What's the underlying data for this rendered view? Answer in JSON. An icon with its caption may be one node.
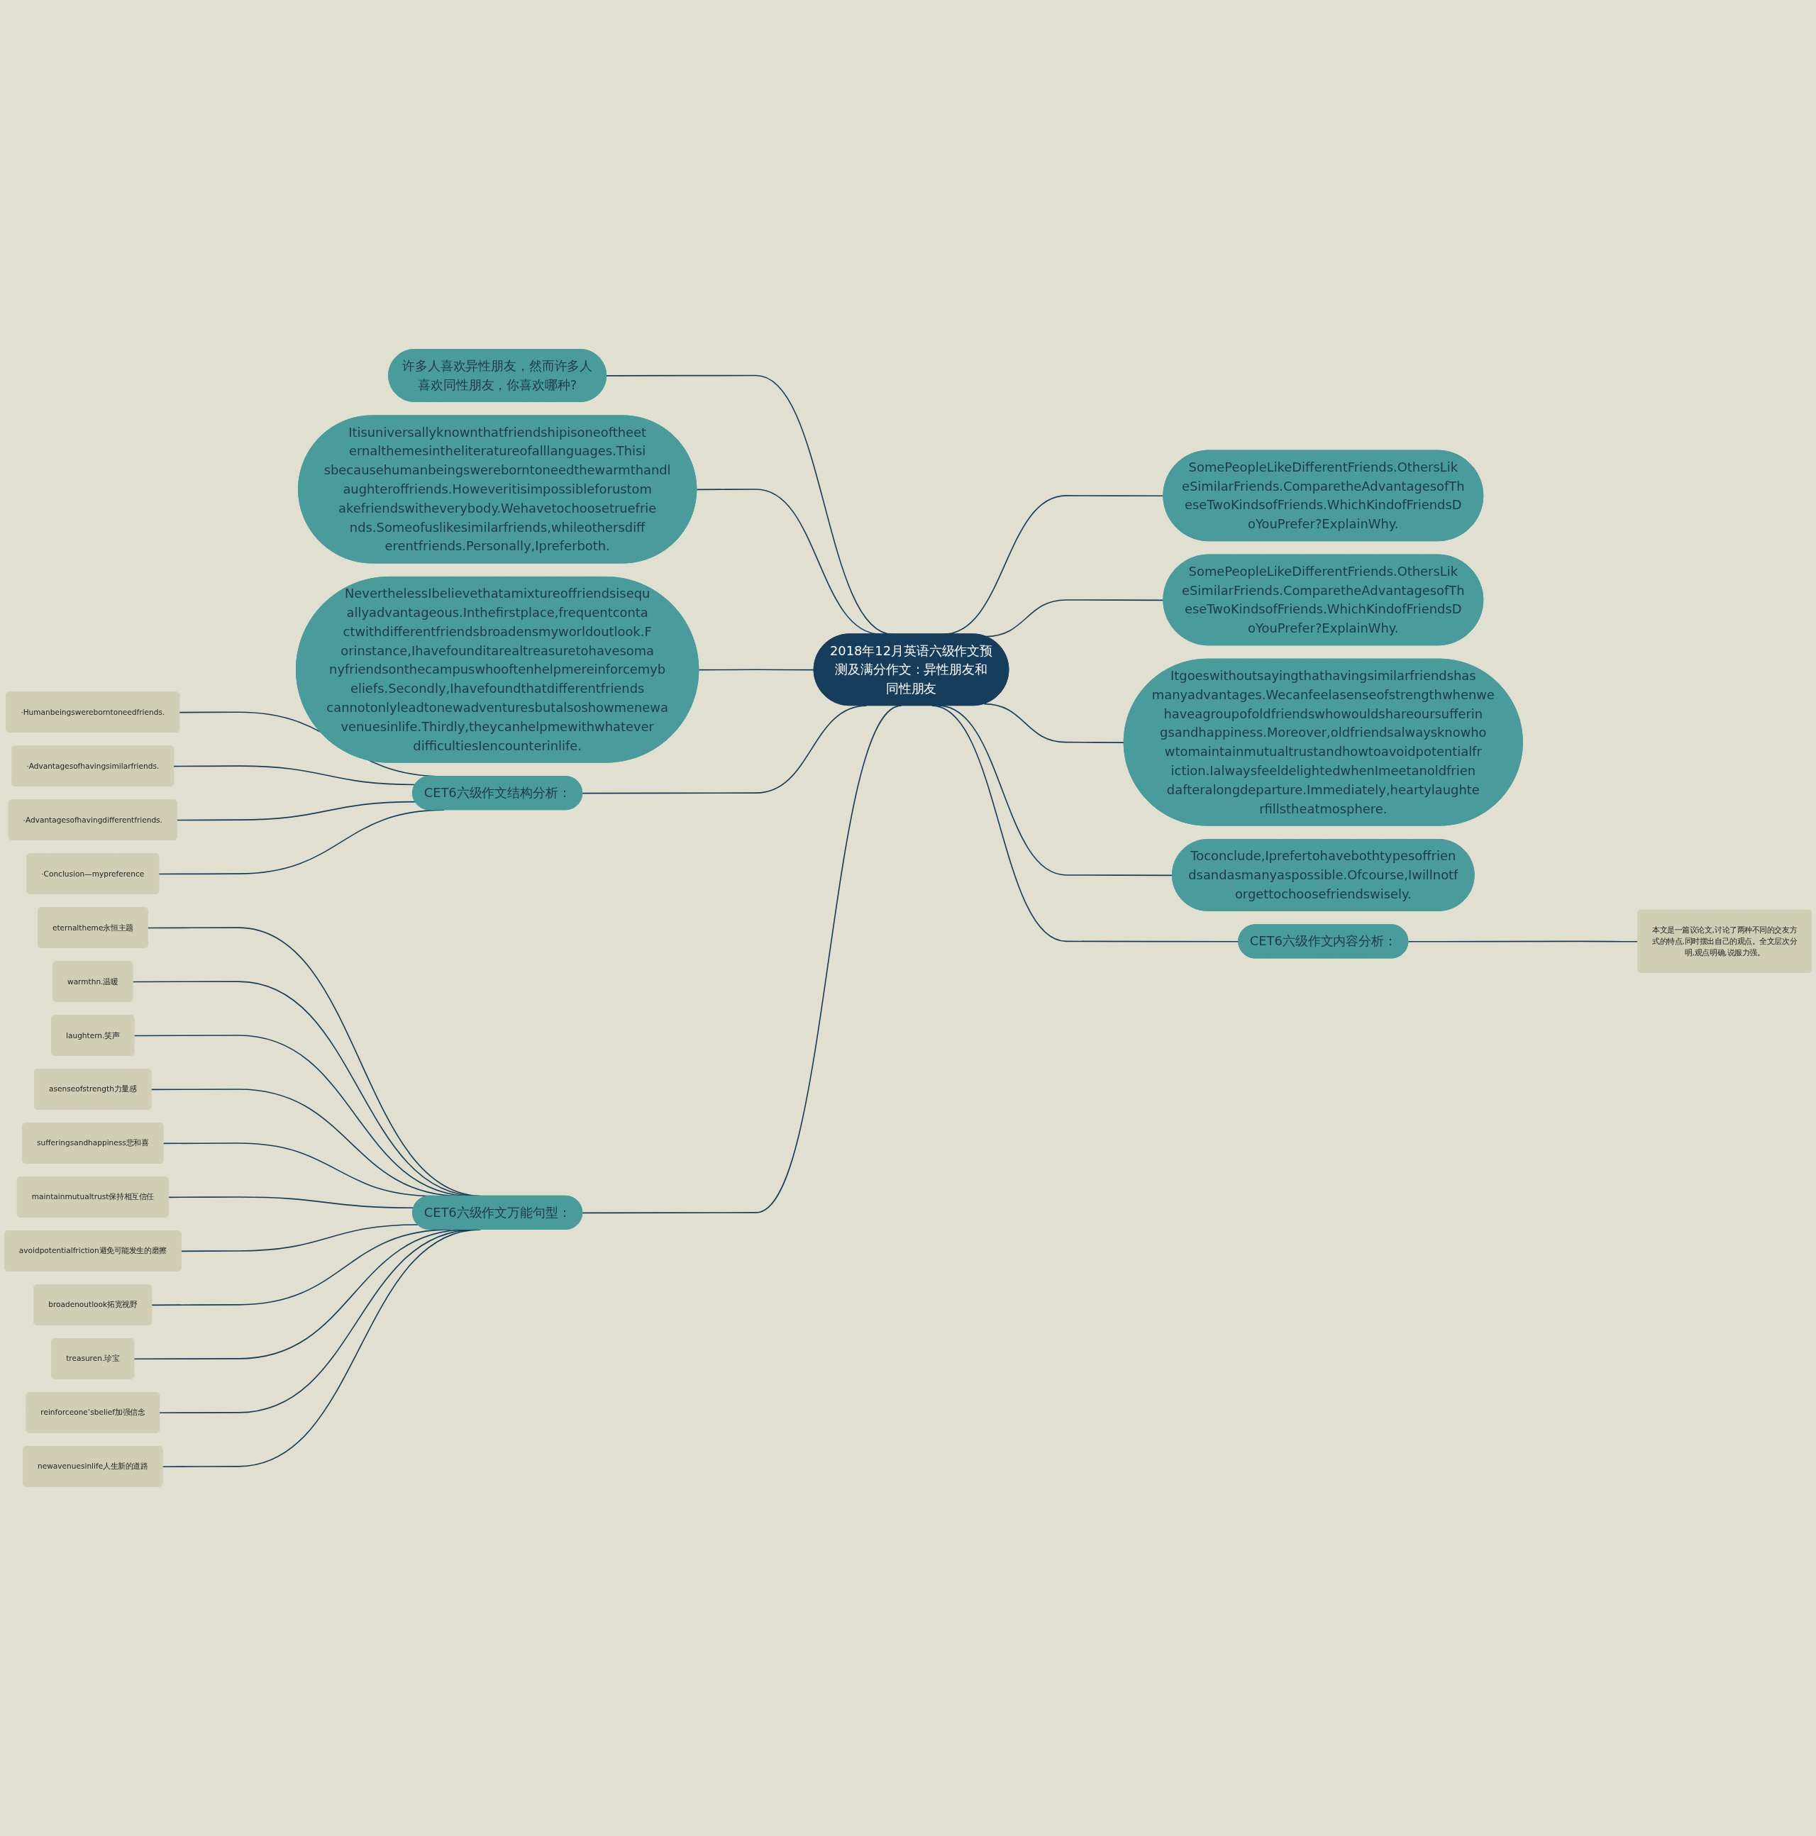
{
  "diagram": {
    "nodes": [
      {
        "text": [
          "2018年12月英语六级作文预测及满分作文：异性朋友和同性朋友"
        ]
      },
      {
        "text": [
          "许多人喜欢异性朋友，然而许多人喜欢同性朋友，你喜欢哪种?"
        ]
      },
      {
        "text": [
          "Itisuniversallyknownthatfriendshipisoneoftheeternalthemesintheliteratureofalllanguages.Thisisbecausehumanbeingswereborntoneedthewarmthandlaughteroffriends.Howeveritisimpossibleforustomakefriendswitheverybody.Wehavetochoosetruefriends.Someofuslikesimilarfriends,whileothersdifferentfriends.Personally,Ipreferboth."
        ]
      },
      {
        "text": [
          "NeverthelessIbelievethatamixtureoffriendsisequallyadvantageous.Inthefirstplace,frequentcontactwithdifferentfriendsbroadensmyworldoutlook.Forinstance,Ihavefounditarealtreasuretohavesomanyfriendsonthecampuswhooftenhelpmereinforcemybeliefs.Secondly,Ihavefoundthatdifferentfriendscannotonlyleadtonewadventuresbutalsoshowmenewavenuesinlife.Thirdly,theycanhelpmewithwhateverdifficultiesIencounterinlife."
        ]
      },
      {
        "text": [
          "CET6六级作文结构分析："
        ]
      },
      {
        "text": [
          "·Humanbeingswereborntoneedfriends."
        ]
      },
      {
        "text": [
          "·Advantagesofhavingsimilarfriends."
        ]
      },
      {
        "text": [
          "·Advantagesofhavingdifferentfriends."
        ]
      },
      {
        "text": [
          "·Conclusion—mypreference"
        ]
      },
      {
        "text": [
          "CET6六级作文万能句型："
        ]
      },
      {
        "text": [
          "eternaltheme永恒主题"
        ]
      },
      {
        "text": [
          "warmthn.温暖"
        ]
      },
      {
        "text": [
          "laughtern.笑声"
        ]
      },
      {
        "text": [
          "asenseofstrength力量感"
        ]
      },
      {
        "text": [
          "sufferingsandhappiness悲和喜"
        ]
      },
      {
        "text": [
          "maintainmutualtrust保持相互信任"
        ]
      },
      {
        "text": [
          "avoidpotentialfriction避免可能发生的磨擦"
        ]
      },
      {
        "text": [
          "broadenoutlook拓宽视野"
        ]
      },
      {
        "text": [
          "treasuren.珍宝"
        ]
      },
      {
        "text": [
          "reinforceone’sbelief加强信念"
        ]
      },
      {
        "text": [
          "newavenuesinlife人生新的道路"
        ]
      },
      {
        "text": [
          "SomePeopleLikeDifferentFriends.OthersLikeSimilarFriends.ComparetheAdvantagesofTheseTwoKindsofFriends.WhichKindofFriendsDoYouPrefer?ExplainWhy."
        ]
      },
      {
        "text": [
          "SomePeopleLikeDifferentFriends.OthersLikeSimilarFriends.ComparetheAdvantagesofTheseTwoKindsofFriends.WhichKindofFriendsDoYouPrefer?ExplainWhy."
        ]
      },
      {
        "text": [
          "Itgoeswithoutsayingthathavingsimilarfriendshasmanyadvantages.Wecanfeelasenseofstrengthwhenwehaveagroupofoldfriendswhowouldshareoursufferingsandhappiness.Moreover,oldfriendsalwaysknowhowtomaintainmutualtrustandhowtoavoidpotentialfriction.IalwaysfeeldelightedwhenImeetanoldfriendafteralongdeparture.Immediately,heartylaughterfillstheatmosphere."
        ]
      },
      {
        "text": [
          "Toconclude,Iprefertohavebothtypesoffriendsandasmanyaspossible.Ofcourse,Iwillnotforgettochoosefriendswisely."
        ]
      },
      {
        "text": [
          "CET6六级作文内容分析："
        ]
      },
      {
        "text": [
          "本文是一篇议论文,讨论了两种不同的交友方式的特点,同时摆出自己的观点。全文层次分明,观点明确,说服力强。"
        ]
      }
    ],
    "edges": [
      {
        "from": 0,
        "to": 1,
        "arrow": "none"
      },
      {
        "from": 0,
        "to": 2,
        "arrow": "none"
      },
      {
        "from": 0,
        "to": 3,
        "arrow": "none"
      },
      {
        "from": 0,
        "to": 4,
        "arrow": "none"
      },
      {
        "from": 4,
        "to": 5,
        "arrow": "none"
      },
      {
        "from": 4,
        "to": 6,
        "arrow": "none"
      },
      {
        "from": 4,
        "to": 7,
        "arrow": "none"
      },
      {
        "from": 4,
        "to": 8,
        "arrow": "none"
      },
      {
        "from": 0,
        "to": 9,
        "arrow": "none"
      },
      {
        "from": 9,
        "to": 10,
        "arrow": "none"
      },
      {
        "from": 9,
        "to": 11,
        "arrow": "none"
      },
      {
        "from": 9,
        "to": 12,
        "arrow": "none"
      },
      {
        "from": 9,
        "to": 13,
        "arrow": "none"
      },
      {
        "from": 9,
        "to": 14,
        "arrow": "none"
      },
      {
        "from": 9,
        "to": 15,
        "arrow": "none"
      },
      {
        "from": 9,
        "to": 16,
        "arrow": "none"
      },
      {
        "from": 9,
        "to": 17,
        "arrow": "none"
      },
      {
        "from": 9,
        "to": 18,
        "arrow": "none"
      },
      {
        "from": 9,
        "to": 19,
        "arrow": "none"
      },
      {
        "from": 9,
        "to": 20,
        "arrow": "none"
      },
      {
        "from": 0,
        "to": 21,
        "arrow": "none"
      },
      {
        "from": 0,
        "to": 22,
        "arrow": "none"
      },
      {
        "from": 0,
        "to": 23,
        "arrow": "none"
      },
      {
        "from": 0,
        "to": 24,
        "arrow": "none"
      },
      {
        "from": 0,
        "to": 25,
        "arrow": "none"
      },
      {
        "from": 25,
        "to": 26,
        "arrow": "none"
      }
    ]
  }
}
